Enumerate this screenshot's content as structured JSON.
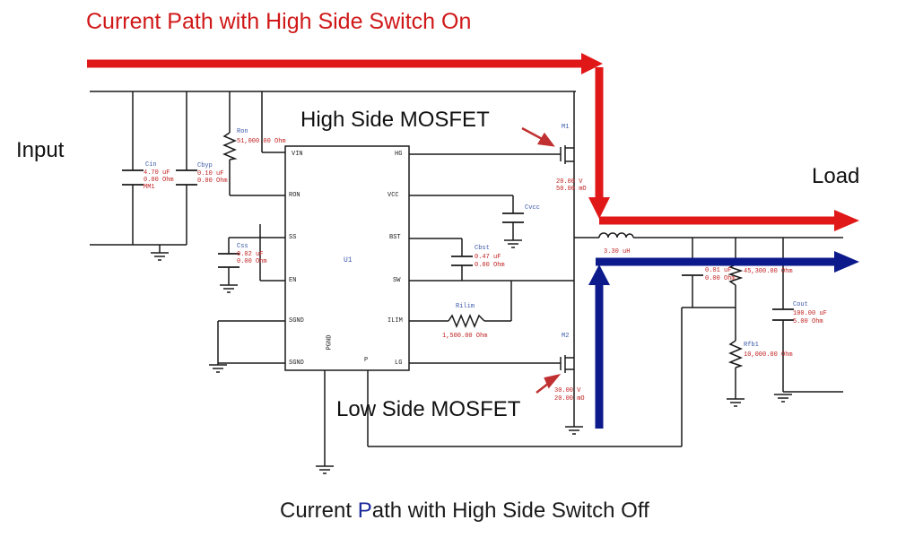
{
  "titles": {
    "top": "Current Path with High Side Switch On",
    "bottom_prefix": "Current ",
    "bottom_highlight": "P",
    "bottom_suffix": "ath with High Side Switch Off"
  },
  "labels": {
    "input": "Input",
    "load": "Load",
    "high_side": "High Side MOSFET",
    "low_side": "Low Side MOSFET"
  },
  "ic": {
    "name": "U1",
    "pins_left": [
      "VIN",
      "RON",
      "SS",
      "EN",
      "SGND",
      "SGND"
    ],
    "pins_right": [
      "HG",
      "VCC",
      "BST",
      "SW",
      "ILIM",
      "LG"
    ],
    "pins_bottom": [
      "PGND",
      "P"
    ]
  },
  "components": {
    "cin": {
      "name": "Cin",
      "value": "4.70 uF",
      "esr": "0.00 Ohm",
      "part": "MM1"
    },
    "cbyp": {
      "name": "Cbyp",
      "value": "0.10 uF",
      "esr": "0.00 Ohm"
    },
    "ron": {
      "name": "Ron",
      "value": "51,000.00 Ohm"
    },
    "css": {
      "name": "Css",
      "value": "0.02 uF",
      "esr": "0.00 Ohm"
    },
    "cvcc": {
      "name": "Cvcc"
    },
    "cbst": {
      "name": "Cbst",
      "value": "0.47 uF",
      "esr": "0.00 Ohm"
    },
    "rilim": {
      "name": "Rilim",
      "value": "1,500.00 Ohm"
    },
    "m1": {
      "name": "M1",
      "v1": "20.00 V",
      "v2": "50.00 mO"
    },
    "m2": {
      "name": "M2",
      "v1": "30.00 V",
      "v2": "20.00 mO"
    },
    "l1": {
      "value": "3.30 uH"
    },
    "cff": {
      "value": "0.01 uF",
      "esr": "0.00 Ohm"
    },
    "rfb2": {
      "value": "45,300.00 Ohm"
    },
    "rfb1": {
      "name": "Rfb1",
      "value": "10,000.00 Ohm"
    },
    "cout": {
      "name": "Cout",
      "value": "100.00 uF",
      "esr": "5.00 Ohm"
    }
  },
  "colors": {
    "high_side_path": "#e01818",
    "low_side_path": "#0c1a8c",
    "wire": "#1a1a1a",
    "annotation_arrow": "#c03030"
  }
}
